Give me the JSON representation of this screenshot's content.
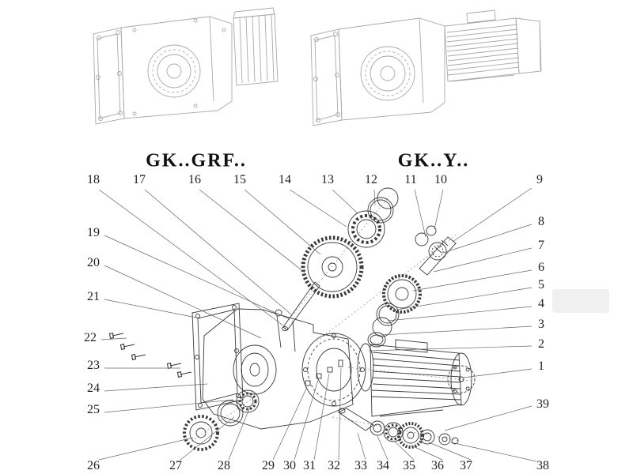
{
  "titles": {
    "left": "GK..GRF..",
    "right": "GK..Y.."
  },
  "callouts": {
    "top": [
      "18",
      "17",
      "16",
      "15",
      "14",
      "13",
      "12",
      "11",
      "10",
      "9"
    ],
    "right": [
      "8",
      "7",
      "6",
      "5",
      "4",
      "3",
      "2",
      "1",
      "39"
    ],
    "left": [
      "19",
      "20",
      "21",
      "22",
      "23",
      "24",
      "25"
    ],
    "bottom": [
      "26",
      "27",
      "28",
      "29",
      "30",
      "31",
      "32",
      "33",
      "34",
      "35",
      "36",
      "37",
      "38"
    ]
  },
  "icons": {
    "gearbox_grf": "gearbox-flange-input-drawing",
    "gearbox_y": "gearbox-with-motor-drawing",
    "exploded": "exploded-parts-view"
  },
  "colors": {
    "line_light": "#a9a9a9",
    "line_dark": "#3a3a3a",
    "leader": "#666666",
    "text": "#222222"
  }
}
